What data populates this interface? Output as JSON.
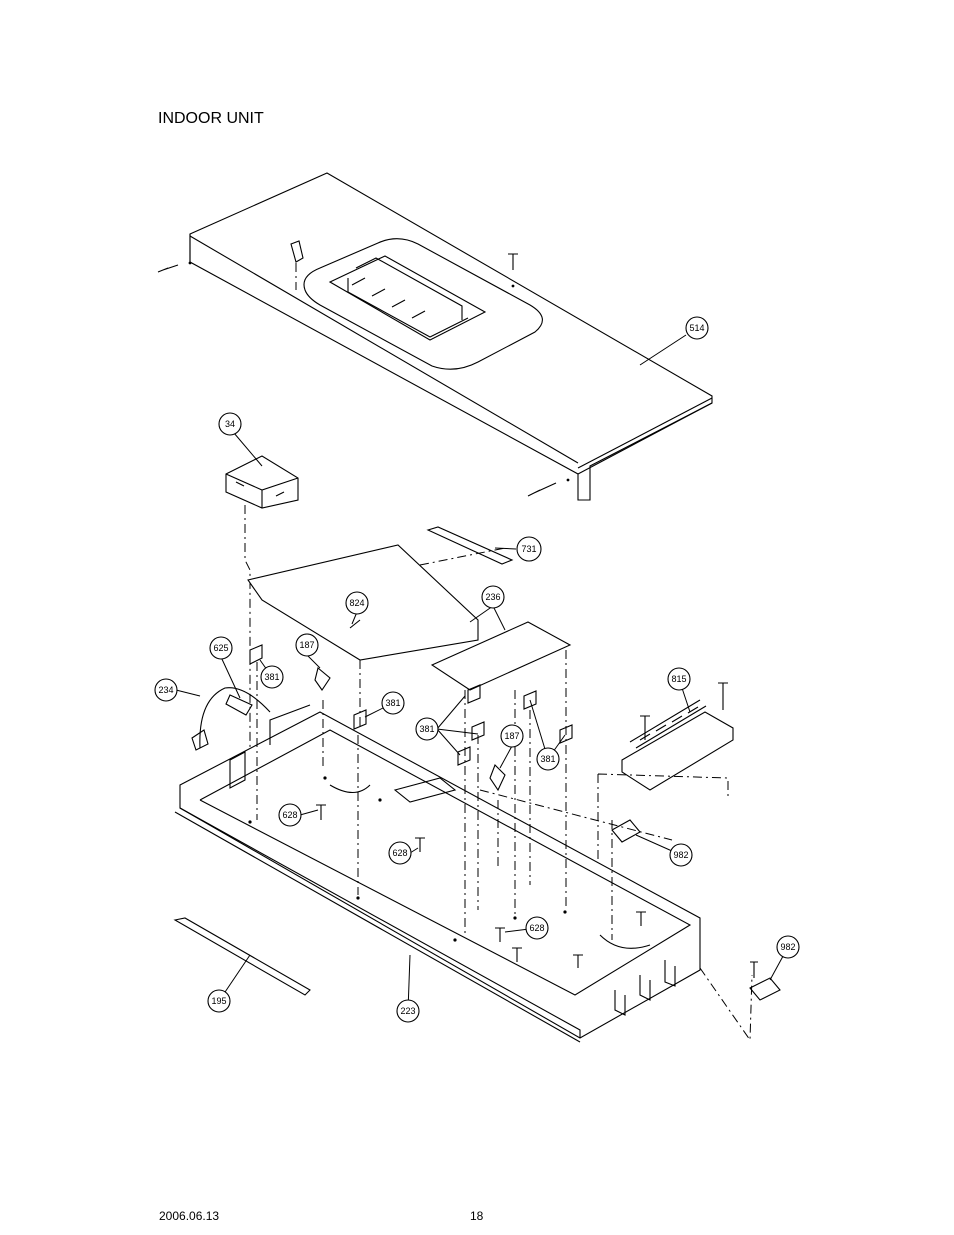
{
  "heading": "INDOOR UNIT",
  "footer": {
    "date": "2006.06.13",
    "page": "18"
  },
  "callouts": {
    "c514": "514",
    "c34": "34",
    "c731": "731",
    "c824": "824",
    "c236": "236",
    "c625": "625",
    "c187a": "187",
    "c381a": "381",
    "c234": "234",
    "c381b": "381",
    "c381c": "381",
    "c187b": "187",
    "c381d": "381",
    "c815": "815",
    "c628a": "628",
    "c628b": "628",
    "c982a": "982",
    "c628c": "628",
    "c982b": "982",
    "c195": "195",
    "c223": "223"
  }
}
